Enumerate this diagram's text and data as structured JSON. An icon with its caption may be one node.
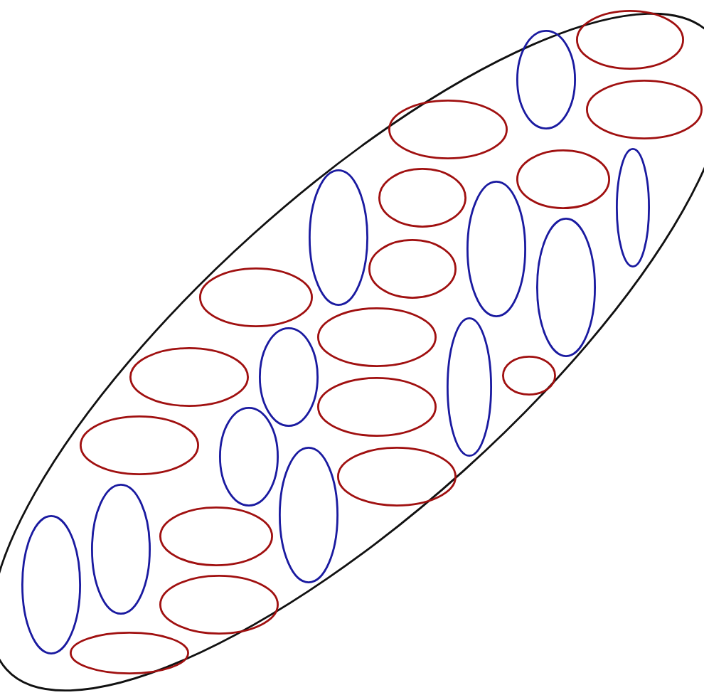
{
  "diagram": {
    "nodes": [
      {
        "text": [],
        "shape": "ellipse"
      },
      {
        "text": [],
        "shape": "ellipse",
        "in": 0
      },
      {
        "text": [],
        "shape": "ellipse",
        "in": 0
      },
      {
        "text": [],
        "shape": "ellipse",
        "in": 0
      },
      {
        "text": [],
        "shape": "ellipse",
        "in": 0
      },
      {
        "text": [],
        "shape": "ellipse",
        "in": 0
      },
      {
        "text": [],
        "shape": "ellipse",
        "in": 0
      },
      {
        "text": [],
        "shape": "ellipse",
        "in": 0
      },
      {
        "text": [],
        "shape": "ellipse",
        "in": 0
      },
      {
        "text": [],
        "shape": "ellipse",
        "in": 0
      },
      {
        "text": [],
        "shape": "ellipse",
        "in": 0
      },
      {
        "text": [],
        "shape": "ellipse",
        "in": 0
      },
      {
        "text": [],
        "shape": "ellipse",
        "in": 0
      },
      {
        "text": [],
        "shape": "ellipse",
        "in": 0
      },
      {
        "text": [],
        "shape": "ellipse",
        "in": 0
      },
      {
        "text": [],
        "shape": "ellipse",
        "in": 0
      },
      {
        "text": [],
        "shape": "ellipse",
        "in": 0
      },
      {
        "text": [],
        "shape": "ellipse",
        "in": 0
      },
      {
        "text": [],
        "shape": "ellipse",
        "in": 0
      },
      {
        "text": [],
        "shape": "ellipse",
        "in": 0
      },
      {
        "text": [],
        "shape": "ellipse",
        "in": 0
      },
      {
        "text": [],
        "shape": "ellipse",
        "in": 0
      },
      {
        "text": [],
        "shape": "ellipse",
        "in": 0
      },
      {
        "text": [],
        "shape": "ellipse",
        "in": 0
      },
      {
        "text": [],
        "shape": "ellipse",
        "in": 0
      },
      {
        "text": [],
        "shape": "ellipse",
        "in": 0
      },
      {
        "text": [],
        "shape": "ellipse",
        "in": 0
      },
      {
        "text": [],
        "shape": "ellipse",
        "in": 0
      }
    ]
  }
}
